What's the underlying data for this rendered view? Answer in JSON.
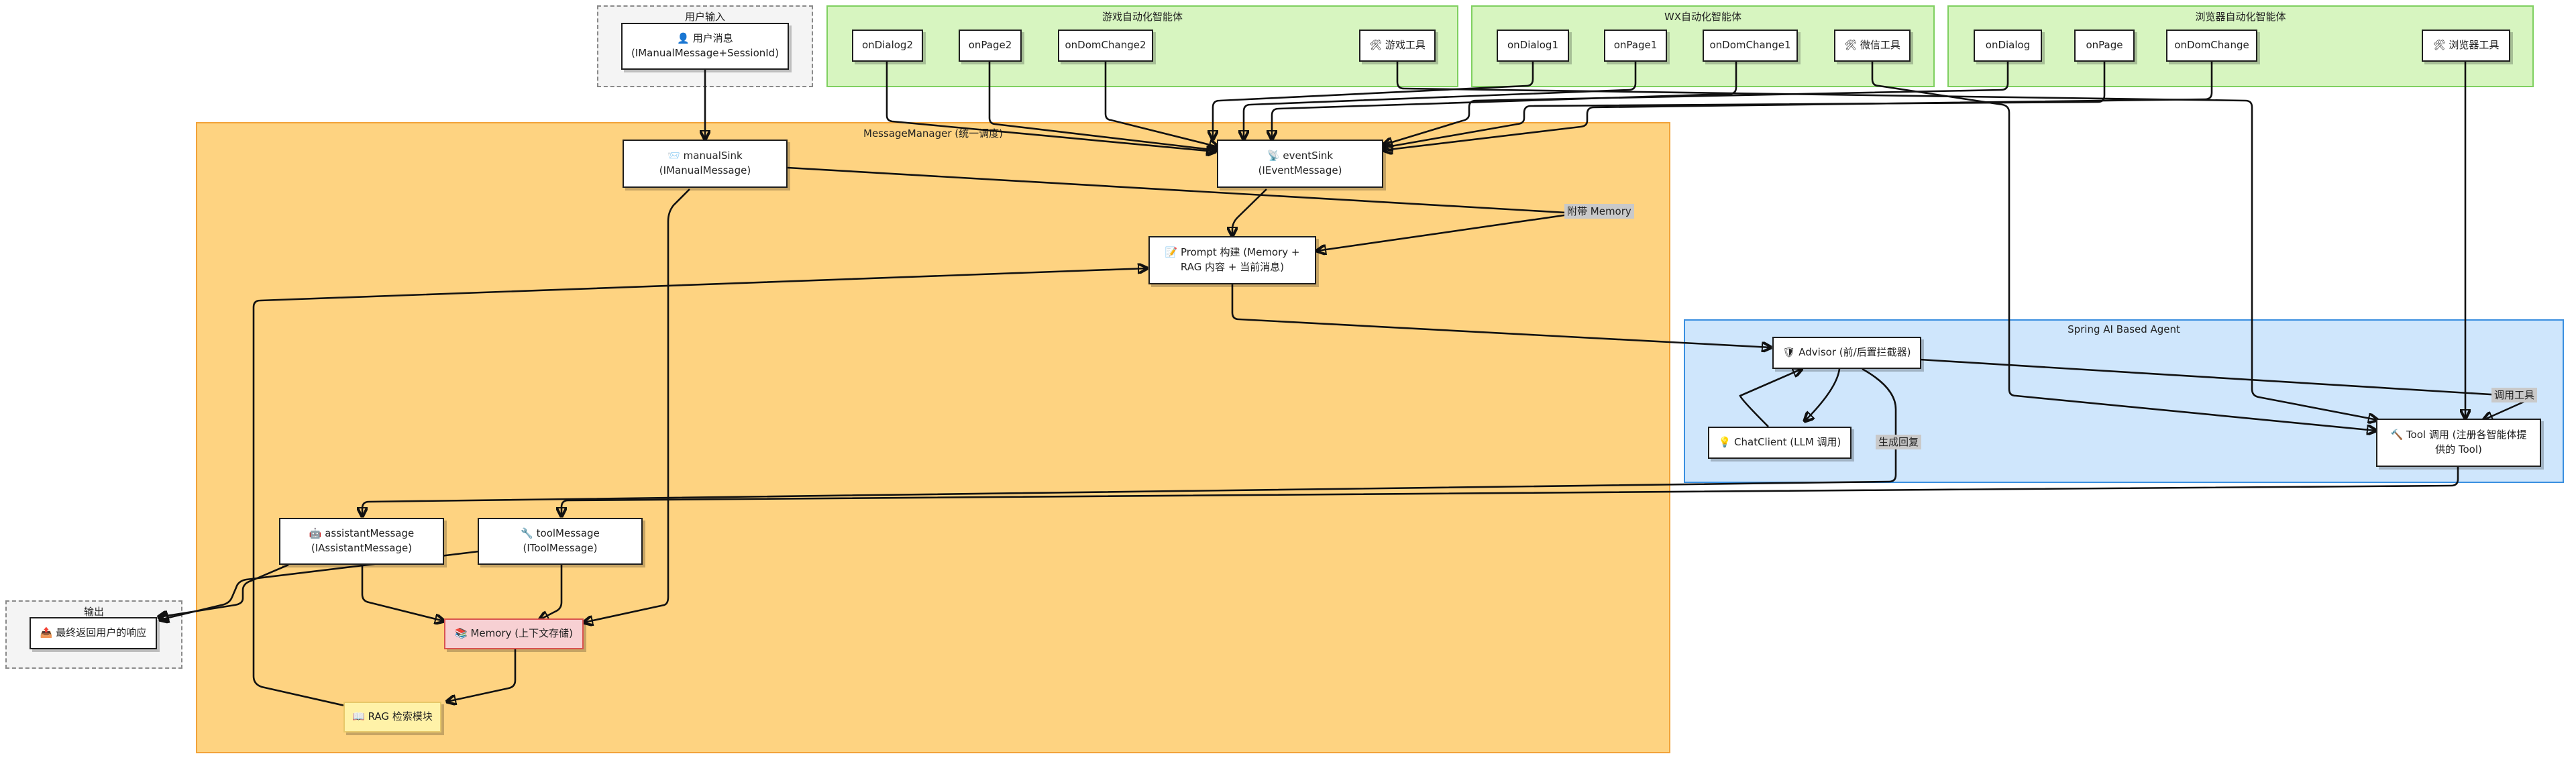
{
  "groups": {
    "user_input": "用户输入",
    "game_agent": "游戏自动化智能体",
    "wx_agent": "WX自动化智能体",
    "browser_agent": "浏览器自动化智能体",
    "message_manager": "MessageManager (统一调度)",
    "spring_agent": "Spring AI Based Agent",
    "output": "输出"
  },
  "nodes": {
    "user_message": "👤 用户消息\n(IManualMessage+SessionId)",
    "game_on_dialog2": "onDialog2",
    "game_on_page2": "onPage2",
    "game_on_dom_change2": "onDomChange2",
    "game_tools": "🛠 游戏工具",
    "wx_on_dialog1": "onDialog1",
    "wx_on_page1": "onPage1",
    "wx_on_dom_change1": "onDomChange1",
    "wx_tools": "🛠 微信工具",
    "browser_on_dialog": "onDialog",
    "browser_on_page": "onPage",
    "browser_on_dom_change": "onDomChange",
    "browser_tools": "🛠 浏览器工具",
    "manual_sink": "📨 manualSink\n(IManualMessage)",
    "event_sink": "📡 eventSink\n(IEventMessage)",
    "prompt_build": "📝 Prompt 构建 (Memory +\nRAG 内容 + 当前消息)",
    "advisor": "🛡 Advisor (前/后置拦截器)",
    "chat_client": "💡 ChatClient (LLM 调用)",
    "tool_call": "🔨 Tool 调用 (注册各智能体提\n供的 Tool)",
    "assistant_message": "🤖 assistantMessage\n(IAssistantMessage)",
    "tool_message": "🔧 toolMessage\n(IToolMessage)",
    "memory": "📚 Memory (上下文存储)",
    "rag": "📖 RAG 检索模块",
    "final_response": "📤 最终返回用户的响应"
  },
  "edge_labels": {
    "attach_memory": "附带 Memory",
    "generate_reply": "生成回复",
    "call_tool": "调用工具"
  }
}
